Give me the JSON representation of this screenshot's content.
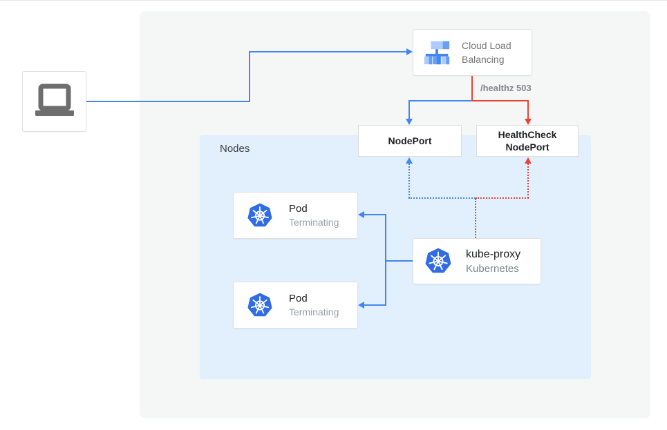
{
  "colors": {
    "blue": "#4285f4",
    "red": "#ea4335",
    "k8s-blue": "#326ce5",
    "panel-bg": "#f5f6f6",
    "nodes-bg": "#e2effc",
    "card-border": "#e0e0e0",
    "text-dark": "#202124",
    "text-gray": "#757575",
    "text-light-gray": "#9aa0a6",
    "healthz-gray": "#80868b",
    "laptop-gray": "#6e6e6e",
    "icon-blue-light": "#aecbfa",
    "icon-blue-mid": "#669df6"
  },
  "icons": {
    "client": "laptop-icon",
    "cloud_load_balancing": "load-balancer-icon",
    "pod": "kubernetes-logo-icon",
    "kube_proxy": "kubernetes-logo-icon"
  },
  "diagram": {
    "nodes_label": "Nodes",
    "healthz_label": "/healthz 503",
    "cloud_load_balancing": {
      "line1": "Cloud Load",
      "line2": "Balancing"
    },
    "nodeport": {
      "label": "NodePort"
    },
    "healthcheck_nodeport": {
      "line1": "HealthCheck",
      "line2": "NodePort"
    },
    "pods": [
      {
        "title": "Pod",
        "status": "Terminating"
      },
      {
        "title": "Pod",
        "status": "Terminating"
      }
    ],
    "kube_proxy": {
      "title": "kube-proxy",
      "subtitle": "Kubernetes"
    }
  }
}
